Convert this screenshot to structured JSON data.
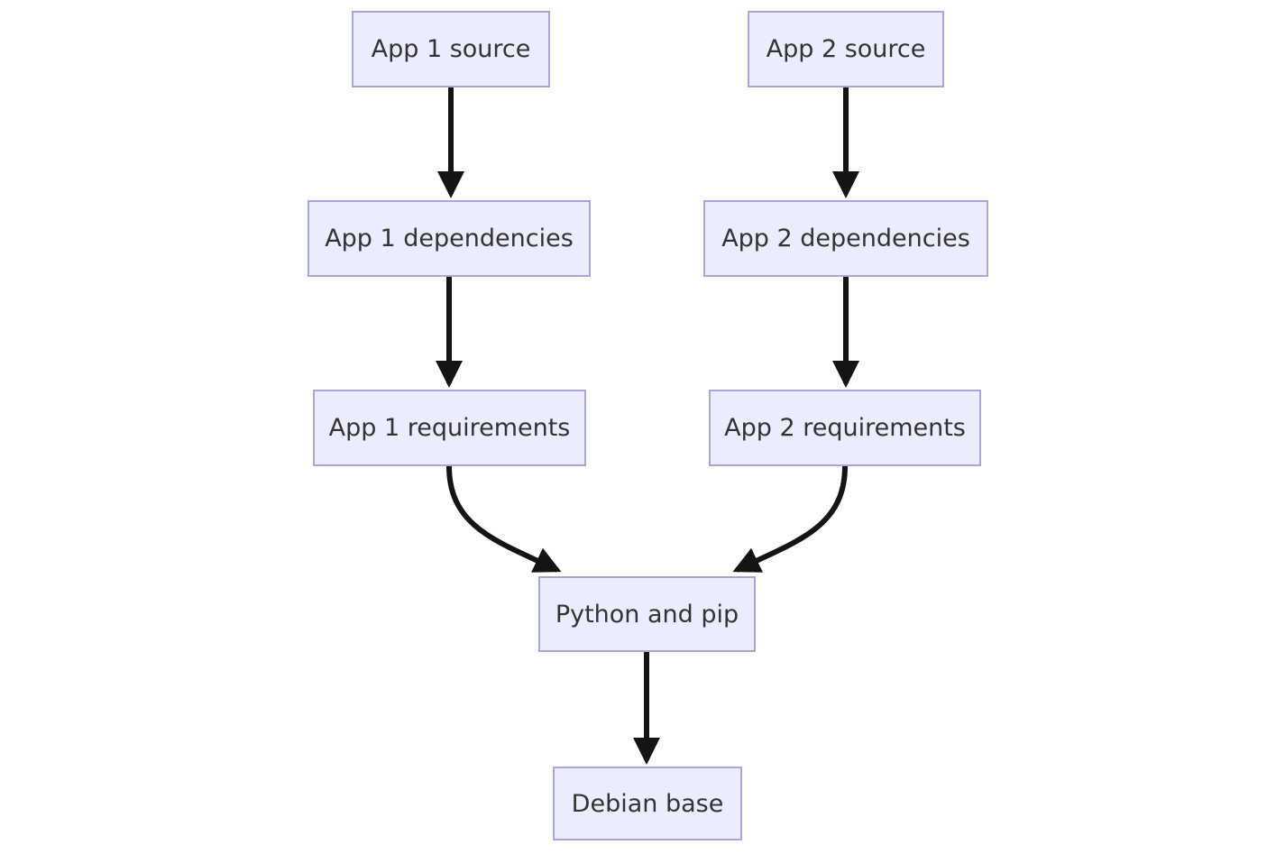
{
  "diagram": {
    "type": "flowchart",
    "background": "#ffffff",
    "nodes": [
      {
        "id": "app1-source",
        "label": "App 1 source"
      },
      {
        "id": "app2-source",
        "label": "App 2 source"
      },
      {
        "id": "app1-dependencies",
        "label": "App 1 dependencies"
      },
      {
        "id": "app2-dependencies",
        "label": "App 2 dependencies"
      },
      {
        "id": "app1-requirements",
        "label": "App 1 requirements"
      },
      {
        "id": "app2-requirements",
        "label": "App 2 requirements"
      },
      {
        "id": "python-and-pip",
        "label": "Python and pip"
      },
      {
        "id": "debian-base",
        "label": "Debian base"
      }
    ],
    "edges": [
      {
        "from": "app1-source",
        "to": "app1-dependencies"
      },
      {
        "from": "app2-source",
        "to": "app2-dependencies"
      },
      {
        "from": "app1-dependencies",
        "to": "app1-requirements"
      },
      {
        "from": "app2-dependencies",
        "to": "app2-requirements"
      },
      {
        "from": "app1-requirements",
        "to": "python-and-pip"
      },
      {
        "from": "app2-requirements",
        "to": "python-and-pip"
      },
      {
        "from": "python-and-pip",
        "to": "debian-base"
      }
    ],
    "colors": {
      "node_fill": "#ECECFF",
      "node_border": "#aaa4d9",
      "node_text": "#333333",
      "edge": "#141414"
    }
  }
}
